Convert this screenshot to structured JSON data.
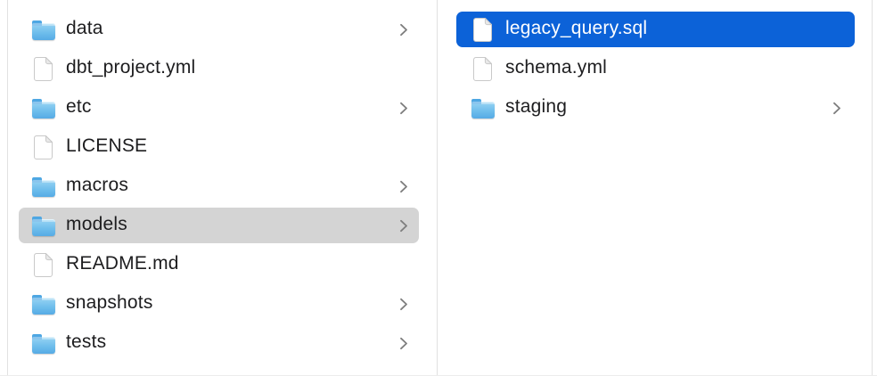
{
  "app": {
    "name": "Finder",
    "view_mode": "column-view"
  },
  "colors": {
    "selection_blue": "#0c62d8",
    "selection_gray": "#d4d4d4",
    "divider": "#e1e1e1",
    "text": "#1d1d1f",
    "selected_text": "#ffffff",
    "chevron": "#7e7e7e",
    "folder_blue": "#6fbeec"
  },
  "columns": [
    {
      "name": "project-root",
      "items": [
        {
          "label": "data",
          "type": "folder",
          "has_chevron": true,
          "selected": false,
          "selection_style": null
        },
        {
          "label": "dbt_project.yml",
          "type": "file",
          "has_chevron": false,
          "selected": false,
          "selection_style": null
        },
        {
          "label": "etc",
          "type": "folder",
          "has_chevron": true,
          "selected": false,
          "selection_style": null
        },
        {
          "label": "LICENSE",
          "type": "file",
          "has_chevron": false,
          "selected": false,
          "selection_style": null
        },
        {
          "label": "macros",
          "type": "folder",
          "has_chevron": true,
          "selected": false,
          "selection_style": null
        },
        {
          "label": "models",
          "type": "folder",
          "has_chevron": true,
          "selected": true,
          "selection_style": "inactive-gray"
        },
        {
          "label": "README.md",
          "type": "file",
          "has_chevron": false,
          "selected": false,
          "selection_style": null
        },
        {
          "label": "snapshots",
          "type": "folder",
          "has_chevron": true,
          "selected": false,
          "selection_style": null
        },
        {
          "label": "tests",
          "type": "folder",
          "has_chevron": true,
          "selected": false,
          "selection_style": null
        }
      ]
    },
    {
      "name": "models-folder",
      "items": [
        {
          "label": "legacy_query.sql",
          "type": "file",
          "has_chevron": false,
          "selected": true,
          "selection_style": "active-blue"
        },
        {
          "label": "schema.yml",
          "type": "file",
          "has_chevron": false,
          "selected": false,
          "selection_style": null
        },
        {
          "label": "staging",
          "type": "folder",
          "has_chevron": true,
          "selected": false,
          "selection_style": null
        }
      ]
    }
  ]
}
